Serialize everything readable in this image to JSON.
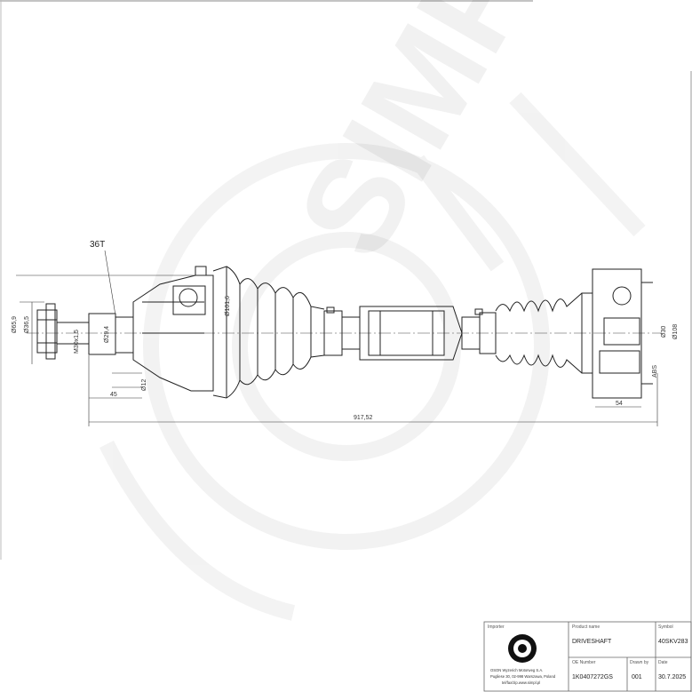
{
  "drawing": {
    "spline_label": "36T",
    "dims": {
      "outer_dia_1": "Ø65,9",
      "outer_dia_2": "Ø36,5",
      "thread": "M30x1,5",
      "stub_dia": "Ø29,4",
      "boot_dia": "Ø101,6",
      "inner_dia_1": "Ø30",
      "inner_dia_2": "Ø108",
      "inner_len": "54",
      "stub_len": "45",
      "total_len": "917,52",
      "abs": "ABS",
      "side_dim": "Ø12"
    }
  },
  "watermark": {
    "text": "SIMPL"
  },
  "title_block": {
    "importer_label": "Importer",
    "producer_lines": [
      "OSON Wyzerich Motorweg S.A.",
      "Pugliese 30, 02-998 Warszawa, Poland",
      "tel/fax/zip.www.simpl.pl"
    ],
    "product_name_label": "Product name",
    "product_name": "DRIVESHAFT",
    "symbol_label": "Symbol",
    "symbol": "40SKV283",
    "oe_label": "OE Number",
    "oe_number": "1K0407272GS",
    "drawn_label": "Drawn by",
    "drawn": "001",
    "date_label": "Date",
    "date": "30.7.2025"
  }
}
